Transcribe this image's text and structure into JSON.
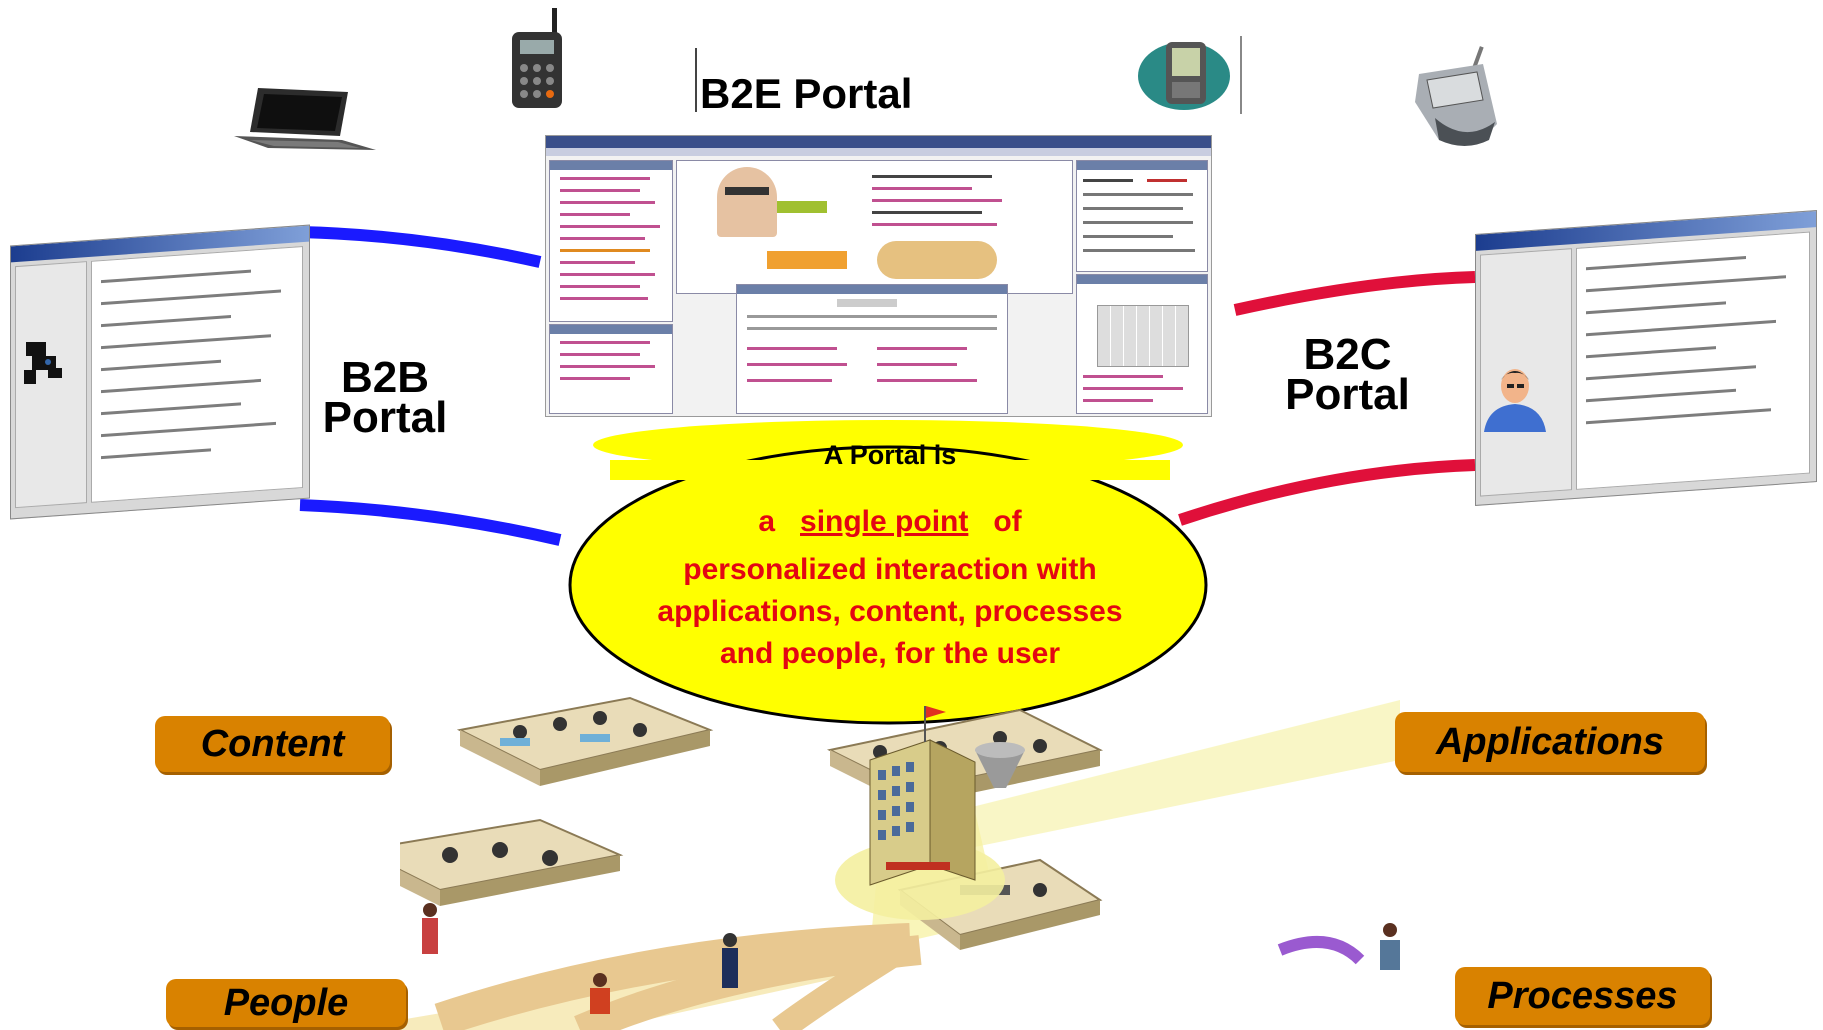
{
  "title": "B2E Portal",
  "portals": {
    "b2b": "B2B\nPortal",
    "b2c": "B2C\nPortal"
  },
  "definition": {
    "heading": "A Portal is",
    "lead_a": "a",
    "lead_highlight": "single point",
    "lead_of": "of",
    "line2": "personalized interaction with",
    "line3": "applications, content, processes",
    "line4": "and people, for the user"
  },
  "categories": {
    "content": "Content",
    "applications": "Applications",
    "people": "People",
    "processes": "Processes"
  },
  "colors": {
    "b2b_connector": "#1a1aff",
    "b2c_connector": "#e0103a",
    "bubble_fill": "#ffff00",
    "definition_text": "#e30613",
    "label_box": "#d98200"
  },
  "icons": [
    "mobile-phone-icon",
    "laptop-icon",
    "pda-icon",
    "handheld-device-icon",
    "user-avatar-icon",
    "robot-icon"
  ]
}
